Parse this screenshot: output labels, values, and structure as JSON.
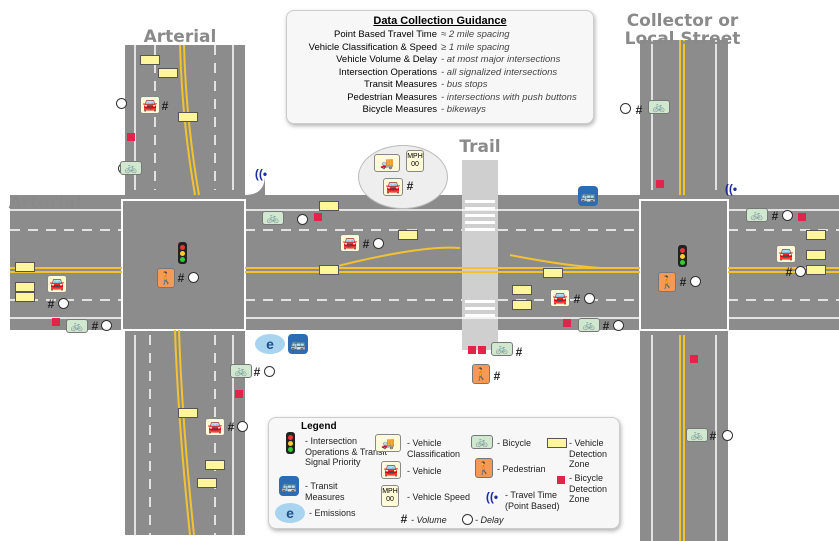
{
  "labels": {
    "arterial_top": "Arterial",
    "arterial_left": "Arterial",
    "collector": "Collector or Local Street",
    "trail": "Trail"
  },
  "guidance": {
    "title": "Data Collection Guidance",
    "rows": [
      {
        "measure": "Point Based Travel Time",
        "spec": "≈ 2 mile spacing"
      },
      {
        "measure": "Vehicle Classification & Speed",
        "spec": "≥ 1 mile spacing"
      },
      {
        "measure": "Vehicle Volume & Delay",
        "spec": "- at most major intersections"
      },
      {
        "measure": "Intersection Operations",
        "spec": "- all signalized intersections"
      },
      {
        "measure": "Transit Measures",
        "spec": "- bus stops"
      },
      {
        "measure": "Pedestrian Measures",
        "spec": "- intersections with push buttons"
      },
      {
        "measure": "Bicycle Measures",
        "spec": "- bikeways"
      }
    ]
  },
  "legend": {
    "title": "Legend",
    "intersection_ops": "- Intersection Operations & Transit Signal Priority",
    "transit": "- Transit Measures",
    "emissions": "- Emissions",
    "vehicle_class": "- Vehicle Classification",
    "vehicle": "- Vehicle",
    "vehicle_speed": "- Vehicle Speed",
    "bicycle": "- Bicycle",
    "pedestrian": "- Pedestrian",
    "travel_time": "- Travel Time (Point Based)",
    "vehicle_zone": "- Vehicle Detection Zone",
    "bicycle_zone": "- Bicycle Detection Zone",
    "volume": "- Volume",
    "delay": "- Delay"
  },
  "icons": {
    "hash": "#",
    "emission": "e",
    "speed": "MPH 00"
  },
  "colors": {
    "road": "#8c8c8c",
    "trail": "#cfcfcf",
    "center_line": "#f2c230",
    "bike_zone": "#e2234a",
    "vehicle_zone": "#fff59a",
    "transit": "#2b6cb5",
    "travel_time": "#1d2f9c"
  }
}
